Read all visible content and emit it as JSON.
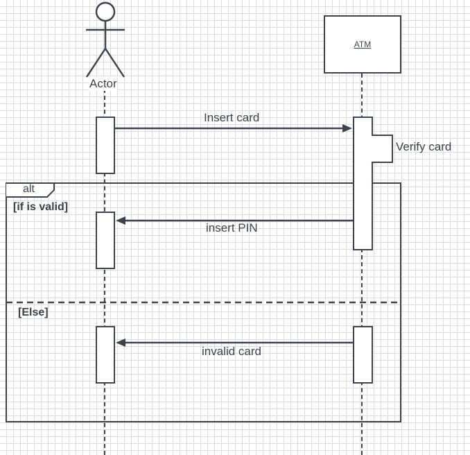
{
  "diagram": {
    "type": "sequence",
    "participants": [
      {
        "id": "actor",
        "kind": "actor",
        "label": "Actor"
      },
      {
        "id": "atm",
        "kind": "object",
        "label": "ATM"
      }
    ],
    "messages": [
      {
        "from": "actor",
        "to": "atm",
        "label": "Insert card",
        "style": "solid"
      },
      {
        "from": "atm",
        "to": "atm",
        "label": "Verify card",
        "style": "self"
      },
      {
        "from": "atm",
        "to": "actor",
        "label": "insert PIN",
        "style": "solid"
      },
      {
        "from": "atm",
        "to": "actor",
        "label": "invalid card",
        "style": "solid"
      }
    ],
    "fragment": {
      "operator": "alt",
      "guards": [
        "[if is valid]",
        "[Else]"
      ]
    },
    "colors": {
      "line": "#3d434d",
      "grid": "#dcdcdc",
      "background": "#ffffff"
    }
  }
}
